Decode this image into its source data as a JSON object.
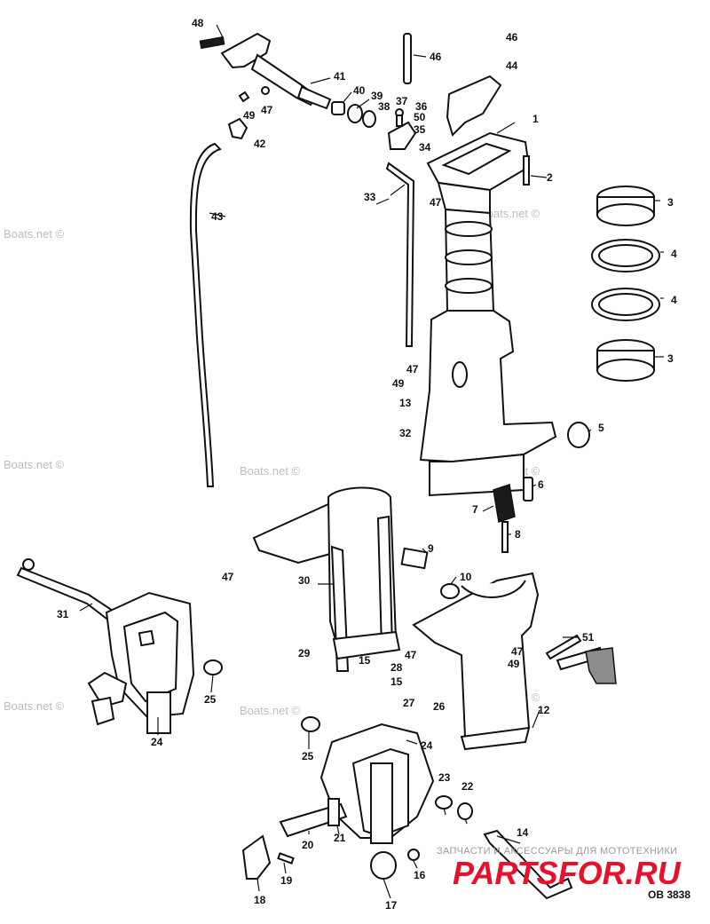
{
  "watermark": "Boats.net ©",
  "reference": "OB 3838",
  "site_logo": {
    "tagline": "ЗАПЧАСТИ И АКСЕССУАРЫ ДЛЯ МОТОТЕХНИКИ",
    "name": "PARTSFOR.RU"
  },
  "callouts": {
    "c1": "1",
    "c2": "2",
    "c3a": "3",
    "c3b": "3",
    "c4a": "4",
    "c4b": "4",
    "c5": "5",
    "c6": "6",
    "c7": "7",
    "c8": "8",
    "c9": "9",
    "c10": "10",
    "c12": "12",
    "c13": "13",
    "c14": "14",
    "c15a": "15",
    "c15b": "15",
    "c16": "16",
    "c17": "17",
    "c18": "18",
    "c19": "19",
    "c20": "20",
    "c21": "21",
    "c22": "22",
    "c23": "23",
    "c24a": "24",
    "c24b": "24",
    "c25a": "25",
    "c25b": "25",
    "c26": "26",
    "c27": "27",
    "c28": "28",
    "c29": "29",
    "c30": "30",
    "c31": "31",
    "c32": "32",
    "c33": "33",
    "c34": "34",
    "c35": "35",
    "c36": "36",
    "c37": "37",
    "c38": "38",
    "c39": "39",
    "c40": "40",
    "c41": "41",
    "c42": "42",
    "c43": "43",
    "c44": "44",
    "c46a": "46",
    "c46b": "46",
    "c47a": "47",
    "c47b": "47",
    "c47c": "47",
    "c47d": "47",
    "c47e": "47",
    "c47f": "47",
    "c48": "48",
    "c49a": "49",
    "c49b": "49",
    "c49c": "49",
    "c50": "50",
    "c51": "51"
  }
}
